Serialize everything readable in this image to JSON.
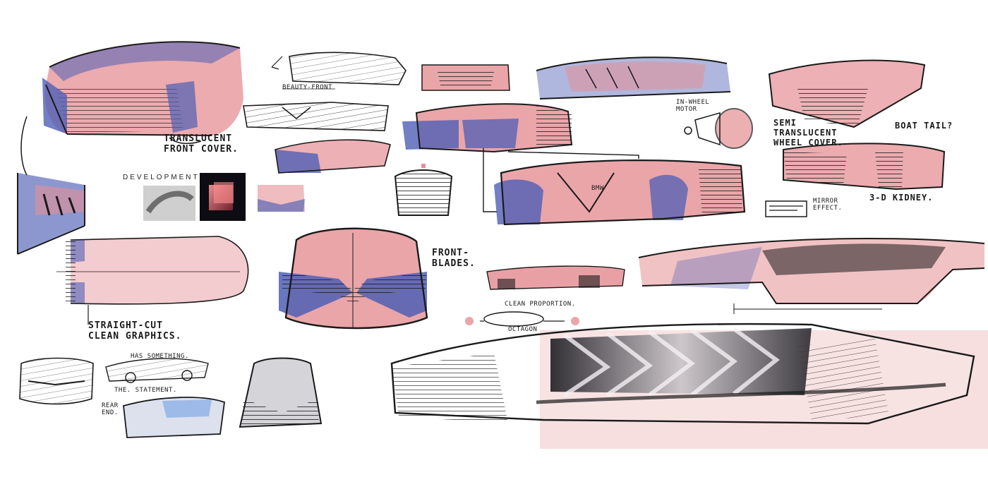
{
  "colors": {
    "paper": "#ffffff",
    "marker_red": "#e58f94",
    "marker_blue": "#4f5fb5",
    "ink": "#1a1a1a",
    "halftone_pink": "#f6dcdc"
  },
  "development": {
    "label": "DEVELOPMENT"
  },
  "annotations": {
    "translucent_front_cover": "TRANSLUCENT\nFRONT COVER.",
    "beauty_front": "BEAUTY-FRONT",
    "in_wheel_motor": "IN-WHEEL\nMOTOR",
    "semi_translucent_wheel_cover": "SEMI\nTRANSLUCENT\nWHEEL COVER.",
    "boat_tail": "BOAT TAIL?",
    "kidney_3d": "3-D KIDNEY.",
    "mirror_effect": "MIRROR\nEFFECT.",
    "front_blades": "FRONT-\nBLADES.",
    "clean_proportion": "CLEAN PROPORTION.",
    "octagon": "OCTAGON",
    "straight_cut": "STRAIGHT-CUT\nCLEAN GRAPHICS.",
    "has_something": "HAS SOMETHING.",
    "the_statement": "THE. STATEMENT.",
    "rear_end": "REAR\nEND.",
    "bmw_badge": "BMW"
  }
}
